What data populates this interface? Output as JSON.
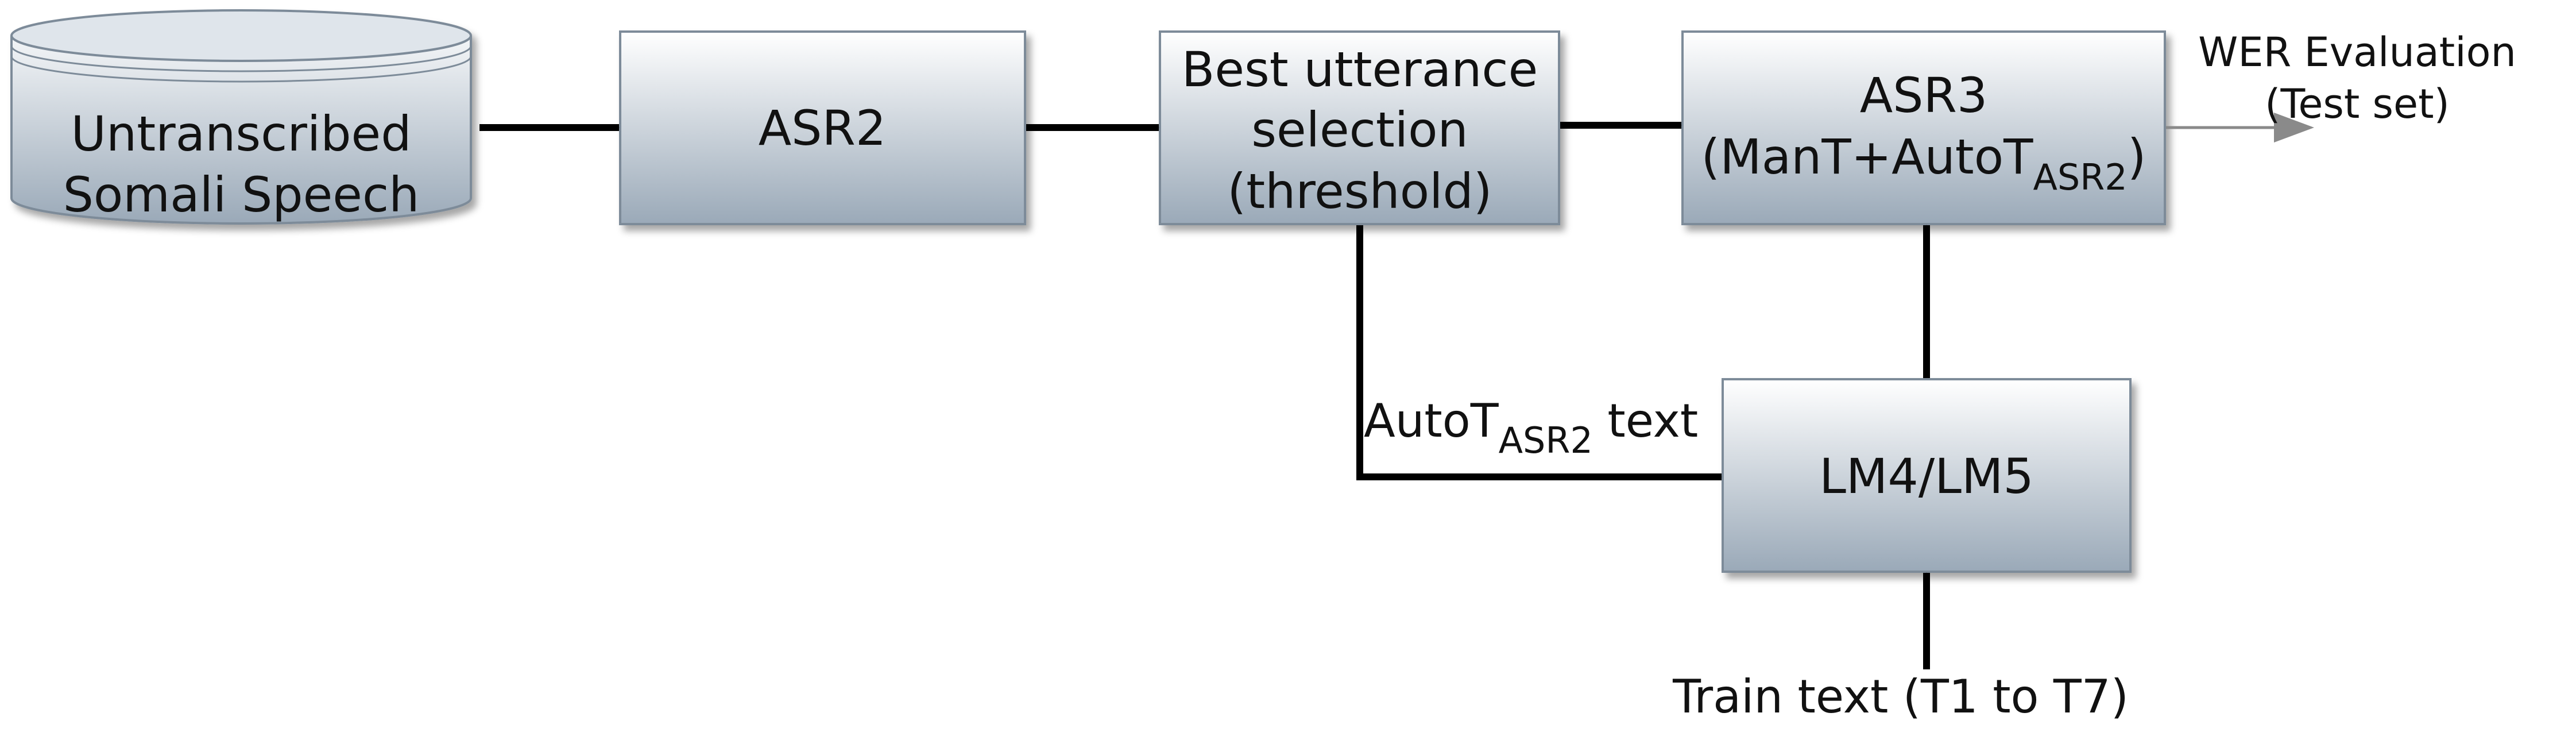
{
  "nodes": {
    "speech": {
      "line1": "Untranscribed",
      "line2": "Somali Speech"
    },
    "asr2": {
      "label": "ASR2"
    },
    "selection": {
      "line1": "Best utterance",
      "line2": "selection",
      "line3": "(threshold)"
    },
    "asr3": {
      "line1": "ASR3",
      "line2_pre": "(ManT+AutoT",
      "line2_sub": "ASR2",
      "line2_post": ")"
    },
    "lm": {
      "label": "LM4/LM5"
    }
  },
  "labels": {
    "wer_line1": "WER Evaluation",
    "wer_line2": "(Test set)",
    "autot_pre": "AutoT",
    "autot_sub": "ASR2",
    "autot_post": " text",
    "train_text": "Train text (T1 to T7)"
  },
  "colors": {
    "box_top": "#ffffff",
    "box_bottom": "#9aa9b8",
    "box_border": "#7d8b99",
    "arrow": "#000000",
    "wer_arrow": "#8a8a8a"
  }
}
